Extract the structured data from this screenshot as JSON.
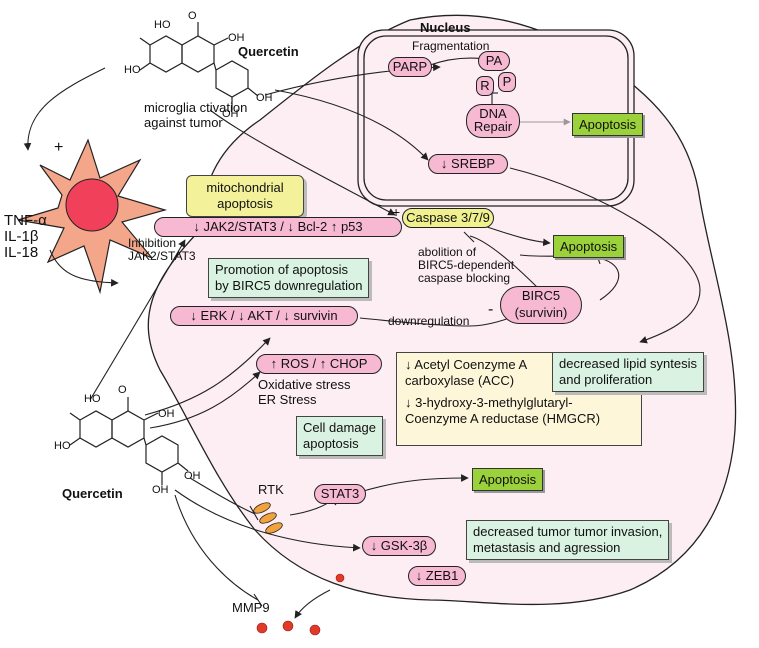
{
  "labels": {
    "nucleus": "Nucleus",
    "quercetin_top": "Quercetin",
    "quercetin_bottom": "Quercetin",
    "microglia": "microglia ctivation\nagainst tumor",
    "cytokines": "TNF-α\nIL-1β\nIL-18",
    "fragmentation": "Fragmentation",
    "parp": "PARP",
    "pa": "PA",
    "r": "R",
    "p": "P",
    "dna_repair": "DNA\nRepair",
    "srebp": "↓ SREBP",
    "apoptosis_nucleus": "Apoptosis",
    "mito_apoptosis": "mitochondrial\napoptosis",
    "jak_path": "↓ JAK2/STAT3 / ↓ Bcl-2  ↑ p53",
    "inhibition": "Inhibition\nJAK2/STAT3",
    "caspase": "Caspase 3/7/9",
    "apoptosis_caspase": "Apoptosis",
    "abolition": "abolition of\nBIRC5-dependent\ncaspase blocking",
    "promotion": "Promotion of apoptosis\nby BIRC5 downregulation",
    "erk": "↓ ERK / ↓  AKT /  ↓ survivin",
    "downregulation": "downregulation",
    "birc5": "BIRC5\n(survivin)",
    "ros": "↑ ROS / ↑ CHOP",
    "stress": "Oxidative stress\nER Stress",
    "acc": "↓ Acetyl Coenzyme A\ncarboxylase (ACC)",
    "hmgcr": "↓ 3-hydroxy-3-methylglutaryl-\nCoenzyme A reductase (HMGCR)",
    "lipid": "decreased lipid syntesis\nand proliferation",
    "cell_damage": "Cell damage\napoptosis",
    "rtk": "RTK",
    "stat3": "STAT3",
    "apoptosis_stat3": "Apoptosis",
    "invasion": "decreased tumor tumor invasion,\nmetastasis and agression",
    "gsk": "↓ GSK-3β",
    "zeb1": "↓ ZEB1",
    "mmp9": "MMP9",
    "plus_1": "+",
    "plus_2": "+",
    "minus_1": "-",
    "ho_1": "HO",
    "ho_2": "HO",
    "oh_1": "OH",
    "oh_2": "OH",
    "oh_3": "OH",
    "o_1": "O",
    "ho_3": "HO",
    "ho_4": "HO",
    "oh_4": "OH",
    "oh_5": "OH",
    "oh_6": "OH",
    "o_2": "O"
  },
  "colors": {
    "cell_fill": "#fdeef4",
    "pill_pink": "#f7b8d2",
    "apoptosis_green": "#9bd13a",
    "note_green": "#d9f2e1",
    "note_yellow": "#f3f29a",
    "microglia_orange": "#f4a68a",
    "nucleus_red": "#f0405a",
    "rtk_orange": "#f2a23c",
    "mmp9_red": "#e03a2a"
  }
}
